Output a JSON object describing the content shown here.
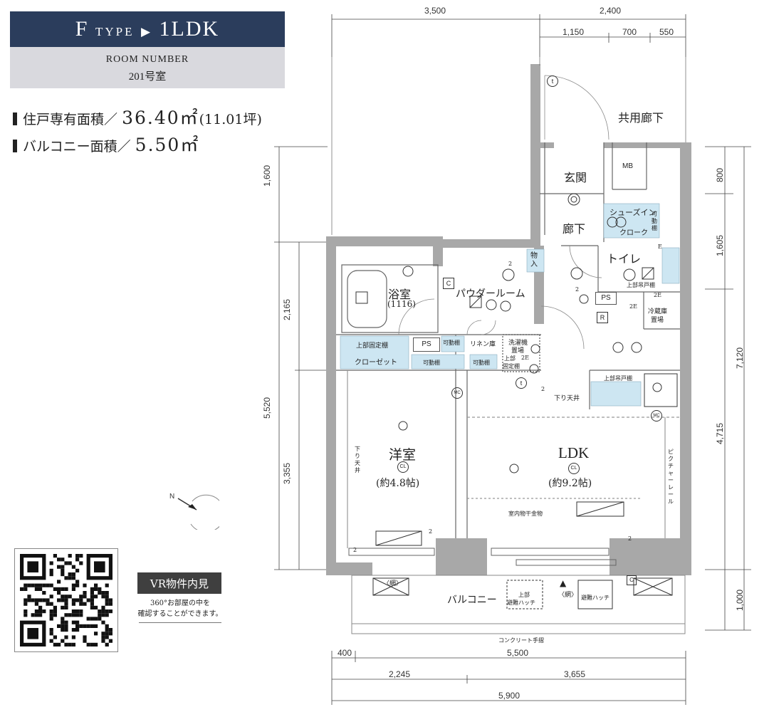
{
  "header": {
    "type_prefix": "F",
    "type_word": "TYPE",
    "arrow": "▶",
    "layout": "1LDK",
    "room_number_label": "ROOM NUMBER",
    "room_number": "201号室"
  },
  "areas": {
    "private_label": "住戸専有面積／",
    "private_value": "36.40㎡",
    "private_tsubo": "(11.01坪)",
    "balcony_label": "バルコニー面積／",
    "balcony_value": "5.50㎡"
  },
  "vr": {
    "badge": "VR物件内見",
    "note_line1": "360°お部屋の中を",
    "note_line2": "確認することができます。"
  },
  "dimensions": {
    "top": [
      "3,500",
      "2,400",
      "1,150",
      "700",
      "550"
    ],
    "left": [
      "1,600",
      "2,165",
      "5,520",
      "3,355"
    ],
    "right": [
      "800",
      "1,605",
      "7,120",
      "4,715",
      "1,000"
    ],
    "bottom": [
      "400",
      "5,500",
      "2,245",
      "3,655",
      "5,900"
    ]
  },
  "rooms": {
    "hallway_common": "共用廊下",
    "entrance": "玄関",
    "mb": "MB",
    "corridor": "廊下",
    "shoes_in_closet_1": "シューズイン",
    "shoes_in_closet_2": "クローク",
    "movable_shelf_v": "可動棚",
    "toilet": "トイレ",
    "storage": "物入",
    "bath": "浴室",
    "bath_size": "(1116)",
    "powder_room": "パウダールーム",
    "upper_fixed_shelf": "上部固定棚",
    "closet": "クローゼット",
    "ps": "PS",
    "ps2": "PS",
    "movable_shelf_1": "可動棚",
    "movable_shelf_2": "可動棚",
    "movable_shelf_3": "可動棚",
    "linen": "リネン庫",
    "washer_1": "洗濯機",
    "washer_2": "置場",
    "upper_fixed_1": "上部",
    "upper_fixed_2": "固定棚",
    "upper_hanging_1": "上部吊戸棚",
    "upper_hanging_2": "上部吊戸棚",
    "fridge_1": "冷蔵庫",
    "fridge_2": "置場",
    "lowered_ceiling": "下り天井",
    "lowered_ceiling_v": "下り天井",
    "picture_rail": "ピクチャーレール",
    "western_room": "洋室",
    "western_size": "(約4.8帖)",
    "ldk": "LDK",
    "ldk_size": "(約9.2帖)",
    "clothes_dry": "室内物干金物",
    "balcony": "バルコニー",
    "net_1": "〈網〉",
    "net_2": "〈網〉",
    "hatch_upper_1": "上部",
    "hatch_upper_2": "避難ハッチ",
    "hatch": "避難ハッチ",
    "concrete_rail": "コンクリート手摺",
    "cl_1": "CL",
    "cl_2": "CL",
    "mc_1": "MC",
    "mc_2": "MC",
    "c_mark": "C",
    "r_mark": "R",
    "c_mark_2": "C",
    "t_mark_1": "t",
    "t_mark_2": "t",
    "num_2a": "2",
    "num_2b": "2",
    "num_2c": "2",
    "num_2d": "2",
    "num_2e": "2",
    "num_2f": "2",
    "e_2e_1": "2E",
    "e_2e_2": "2E",
    "e_2e_3": "2E",
    "e_mark": "E"
  },
  "compass": {
    "north": "N"
  },
  "colors": {
    "header_dark": "#2b3d5c",
    "header_light": "#d9d9de",
    "wall": "#a8a8a8",
    "cabinet": "#cde6f2"
  }
}
